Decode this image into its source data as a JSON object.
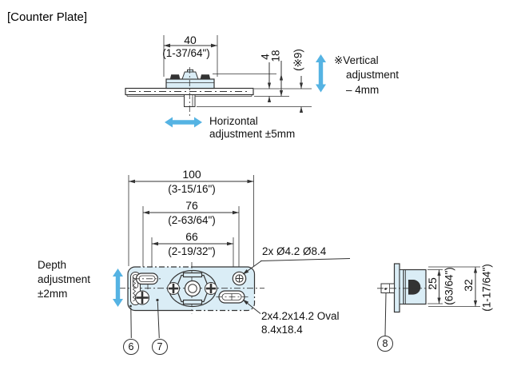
{
  "title": "[Counter Plate]",
  "colors": {
    "plate_fill": "#daedf6",
    "arrow_blue": "#55b3e3",
    "line_color": "#333333"
  },
  "top_view": {
    "dim40_mm": "40",
    "dim40_in": "(1-37/64\")",
    "dim4": "4",
    "dim18": "18",
    "dim9": "(※9)",
    "vertical_adj": [
      "※Vertical",
      "adjustment",
      "– 4mm"
    ],
    "horizontal_adj": [
      "Horizontal",
      "adjustment ±5mm"
    ]
  },
  "plan_view": {
    "dim100_mm": "100",
    "dim100_in": "(3-15/16\")",
    "dim76_mm": "76",
    "dim76_in": "(2-63/64\")",
    "dim66_mm": "66",
    "dim66_in": "(2-19/32\")",
    "depth_adj": [
      "Depth",
      "adjustment",
      "±2mm"
    ],
    "hole_label": "2x Ø4.2 Ø8.4",
    "oval_label": [
      "2x4.2x14.2 Oval",
      "8.4x18.4"
    ],
    "callout_6": "6",
    "callout_7": "7"
  },
  "side_view": {
    "dim25_mm": "25",
    "dim25_in": "(63/64\")",
    "dim32_mm": "32",
    "dim32_in": "(1-17/64\")",
    "callout_8": "8"
  }
}
